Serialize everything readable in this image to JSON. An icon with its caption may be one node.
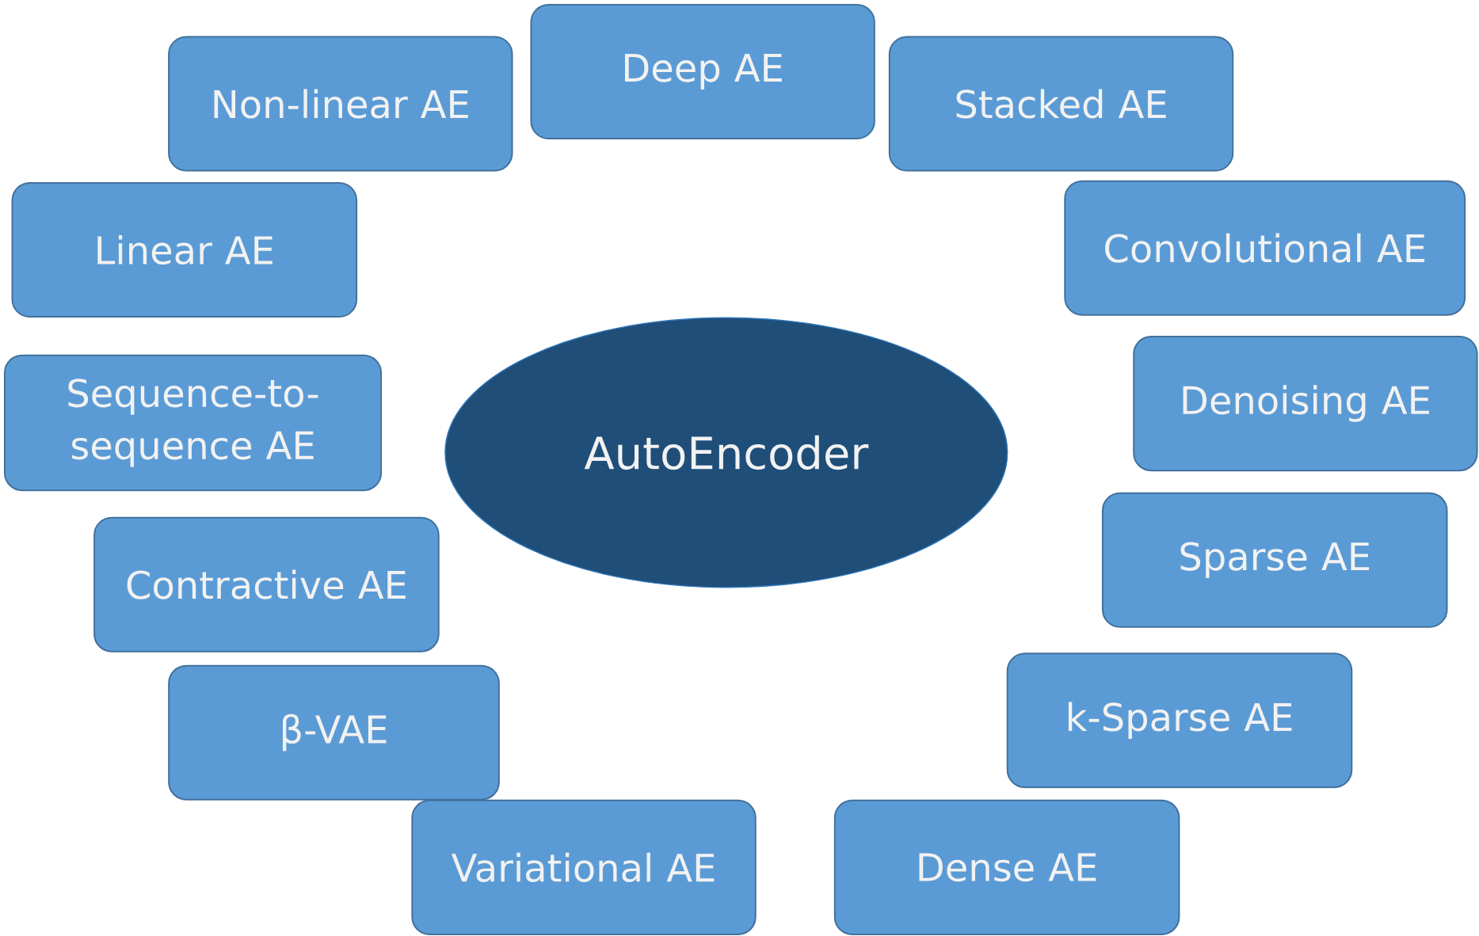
{
  "diagram": {
    "nodes": [
      {
        "text": [
          "Non-linear AE"
        ]
      },
      {
        "text": [
          "Deep AE"
        ]
      },
      {
        "text": [
          "Stacked AE"
        ]
      },
      {
        "text": [
          "Linear AE"
        ]
      },
      {
        "text": [
          "Convolutional AE"
        ]
      },
      {
        "text": [
          "Sequence-to-sequence AE"
        ]
      },
      {
        "text": [
          "AutoEncoder"
        ]
      },
      {
        "text": [
          "Denoising AE"
        ]
      },
      {
        "text": [
          "Contractive AE"
        ]
      },
      {
        "text": [
          "Sparse AE"
        ]
      },
      {
        "text": [
          "β-VAE"
        ]
      },
      {
        "text": [
          "k-Sparse AE"
        ]
      },
      {
        "text": [
          "Variational AE"
        ]
      },
      {
        "text": [
          "Dense AE"
        ]
      }
    ]
  }
}
